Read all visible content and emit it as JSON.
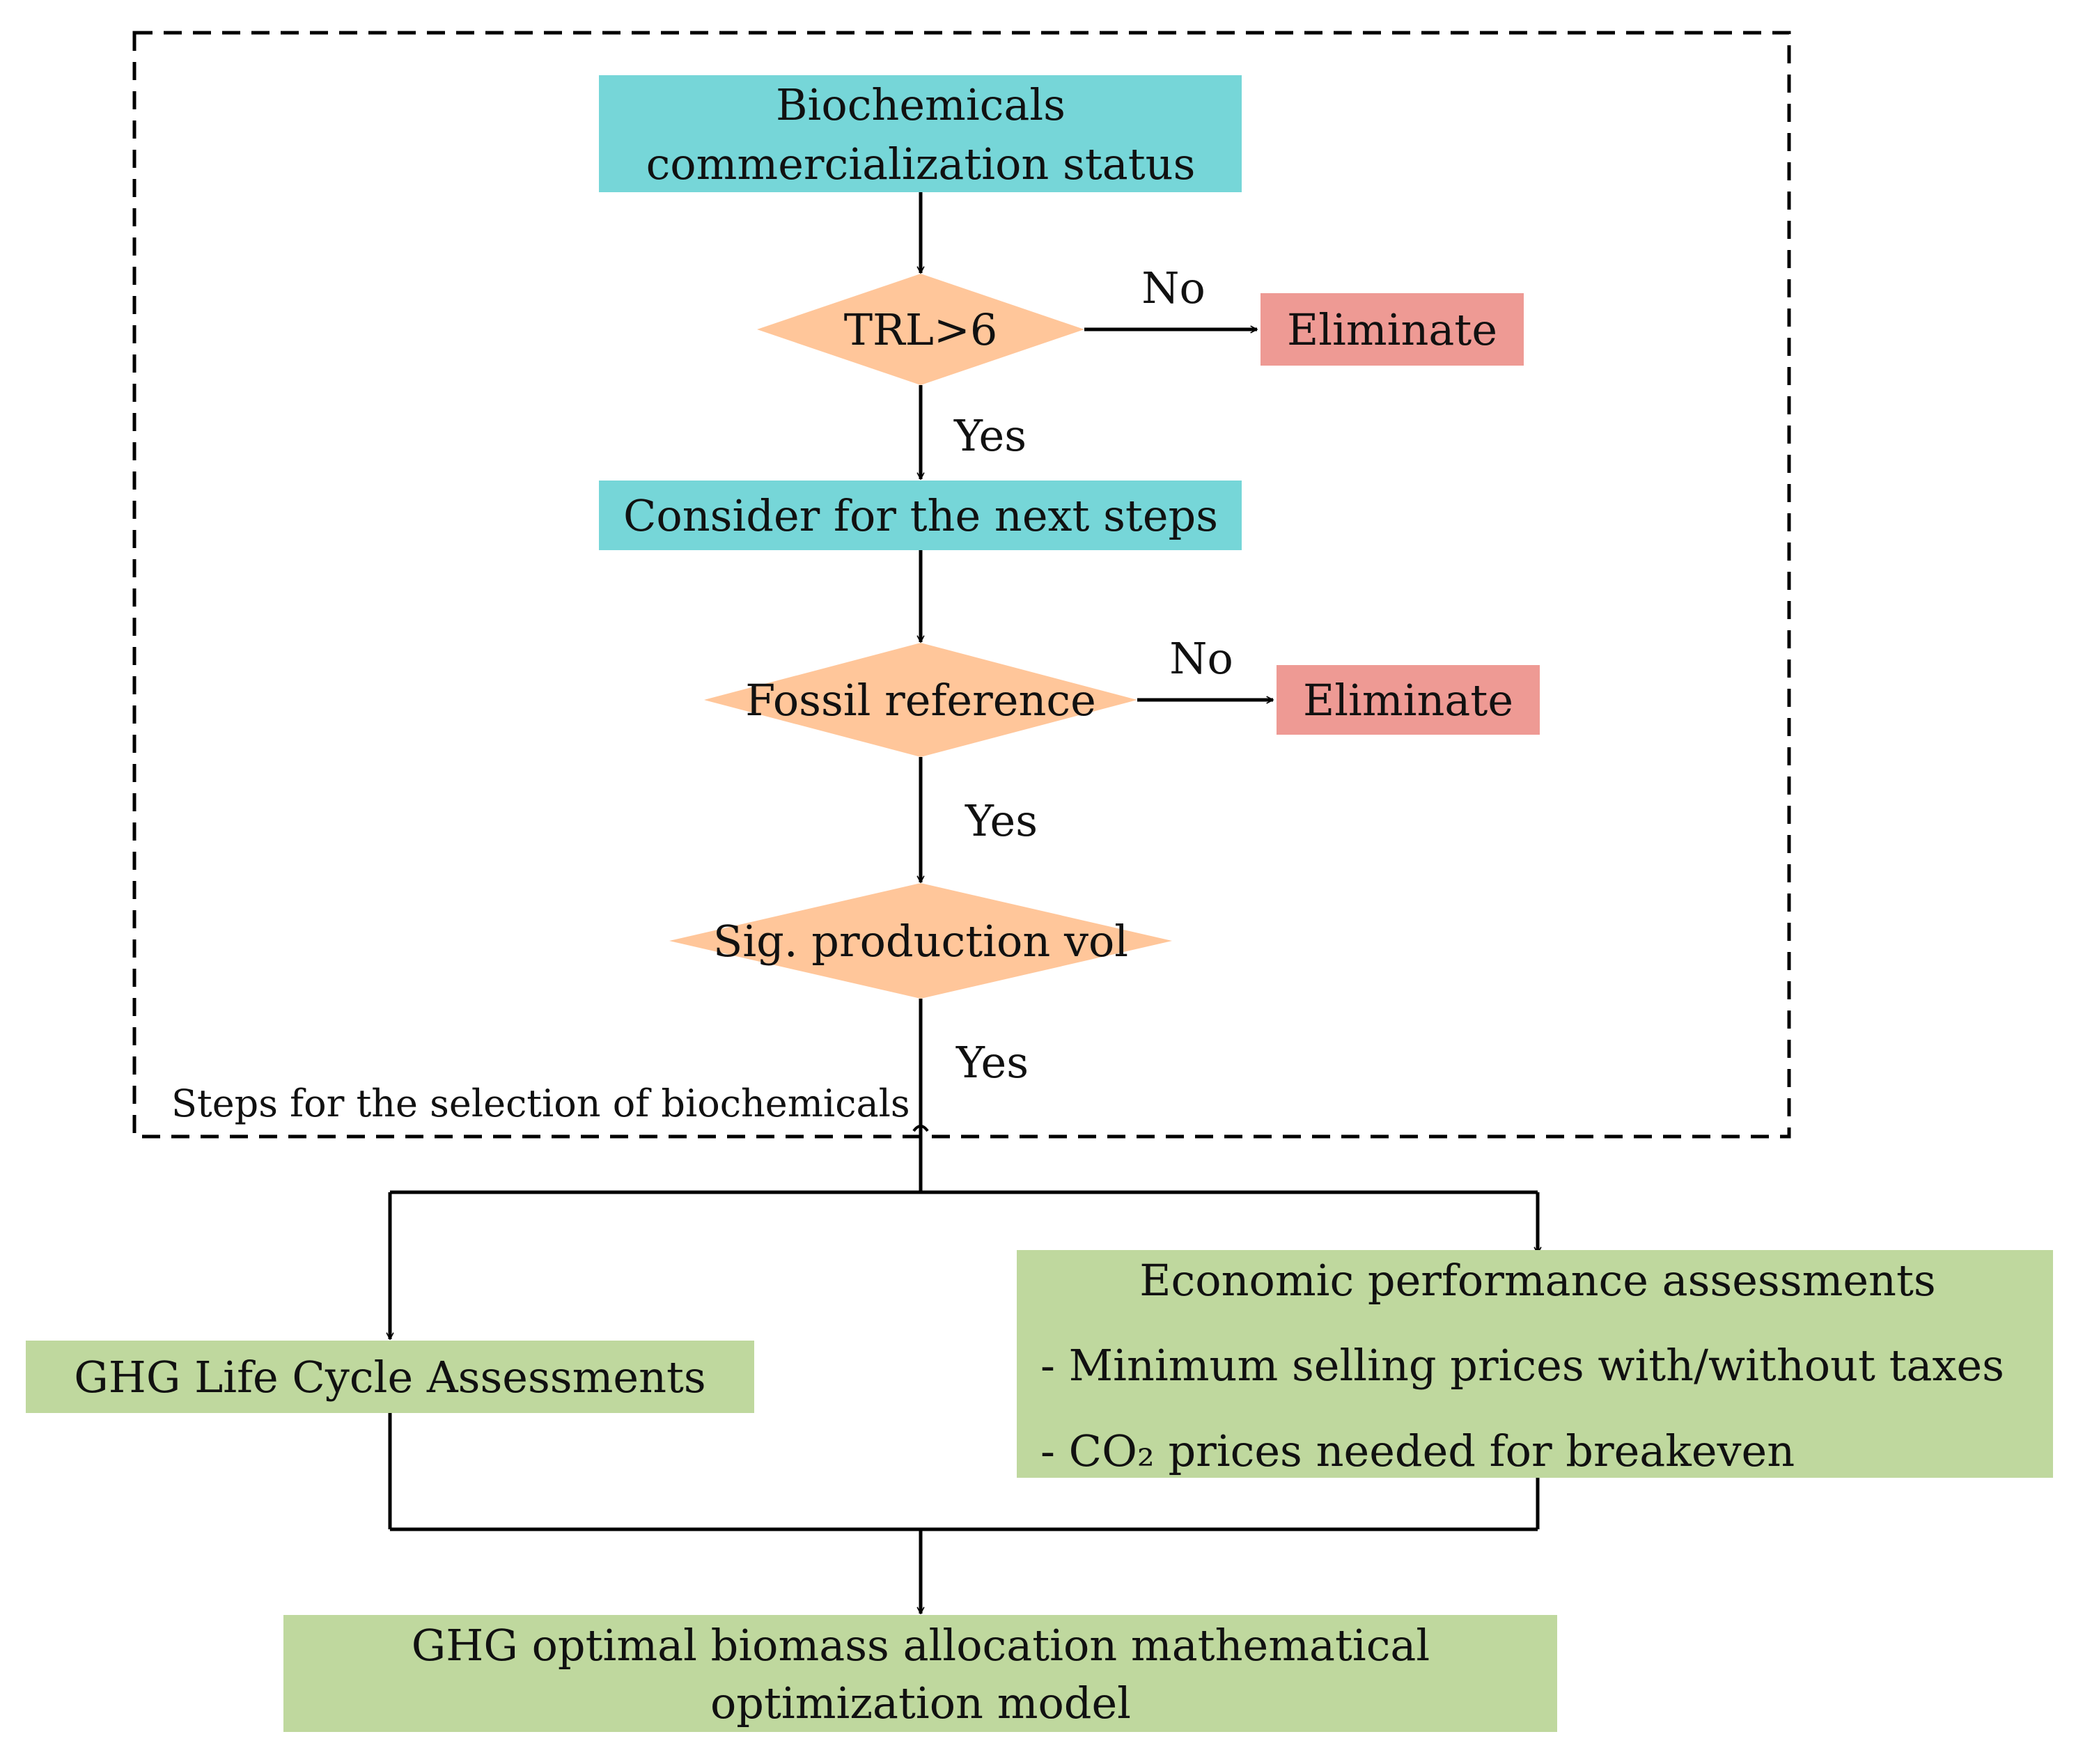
{
  "colors": {
    "teal_box": "#76D6D8",
    "orange_diamond": "#FFC69A",
    "red_box": "#EE9A94",
    "green_box": "#BFD89E",
    "lines": "#000000"
  },
  "selection_group": {
    "label": "Steps for the selection of biochemicals"
  },
  "nodes": {
    "commercialization_status": {
      "line1": "Biochemicals",
      "line2": "commercialization status"
    },
    "trl_decision": {
      "label": "TRL>6"
    },
    "eliminate_1": {
      "label": "Eliminate"
    },
    "consider_next_steps": {
      "label": "Consider for the next steps"
    },
    "fossil_reference_decision": {
      "label": "Fossil reference"
    },
    "eliminate_2": {
      "label": "Eliminate"
    },
    "production_volume_decision": {
      "label": "Sig. production vol"
    },
    "ghg_lca": {
      "label": "GHG Life Cycle Assessments"
    },
    "economic_assessments": {
      "title": "Economic performance assessments",
      "bullet1": "- Minimum selling prices with/without taxes",
      "bullet2": "- CO₂ prices needed for breakeven"
    },
    "optimization_model": {
      "line1": "GHG optimal biomass allocation mathematical",
      "line2": "optimization model"
    }
  },
  "edge_labels": {
    "trl_no": "No",
    "trl_yes": "Yes",
    "fossil_no": "No",
    "fossil_yes": "Yes",
    "volume_yes": "Yes"
  }
}
